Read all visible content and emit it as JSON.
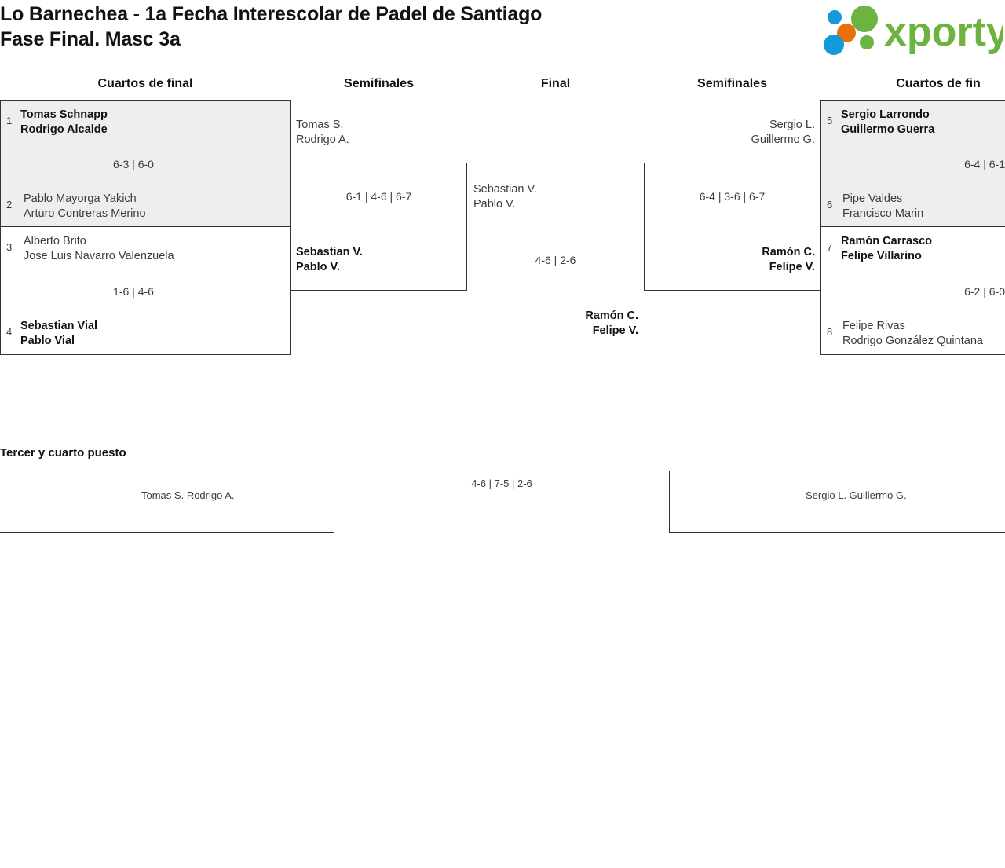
{
  "header": {
    "title_line1": "Lo Barnechea - 1a Fecha Interescolar de Padel de Santiago",
    "title_line2": "Fase Final. Masc 3a",
    "logo_text": "xporty",
    "logo_colors": {
      "green": "#6CB33F",
      "orange": "#E8700A",
      "blue": "#129BD8"
    }
  },
  "rounds": {
    "qf_left": "Cuartos de final",
    "sf_left": "Semifinales",
    "final": "Final",
    "sf_right": "Semifinales",
    "qf_right": "Cuartos de fin"
  },
  "bracket": {
    "qf1": {
      "top": {
        "seed": "1",
        "p1": "Tomas Schnapp",
        "p2": "Rodrigo Alcalde",
        "winner": true
      },
      "bottom": {
        "seed": "2",
        "p1": "Pablo Mayorga Yakich",
        "p2": "Arturo Contreras Merino",
        "winner": false
      },
      "score": "6-3 | 6-0"
    },
    "qf2": {
      "top": {
        "seed": "3",
        "p1": "Alberto Brito",
        "p2": "Jose Luis Navarro Valenzuela",
        "winner": false
      },
      "bottom": {
        "seed": "4",
        "p1": "Sebastian Vial",
        "p2": "Pablo Vial",
        "winner": true
      },
      "score": "1-6 | 4-6"
    },
    "qf3": {
      "top": {
        "seed": "5",
        "p1": "Sergio Larrondo",
        "p2": "Guillermo Guerra",
        "winner": true
      },
      "bottom": {
        "seed": "6",
        "p1": "Pipe Valdes",
        "p2": "Francisco Marin",
        "winner": false
      },
      "score": "6-4 | 6-1"
    },
    "qf4": {
      "top": {
        "seed": "7",
        "p1": "Ramón Carrasco",
        "p2": "Felipe Villarino",
        "winner": true
      },
      "bottom": {
        "seed": "8",
        "p1": "Felipe Rivas",
        "p2": "Rodrigo González Quintana",
        "winner": false
      },
      "score": "6-2 | 6-0"
    },
    "sf1": {
      "top": {
        "p1": "Tomas S.",
        "p2": "Rodrigo A.",
        "winner": false
      },
      "bottom": {
        "p1": "Sebastian V.",
        "p2": "Pablo V.",
        "winner": true
      },
      "score": "6-1 | 4-6 | 6-7"
    },
    "sf2": {
      "top": {
        "p1": "Sergio L.",
        "p2": "Guillermo G.",
        "winner": false
      },
      "bottom": {
        "p1": "Ramón C.",
        "p2": "Felipe V.",
        "winner": true
      },
      "score": "6-4 | 3-6 | 6-7"
    },
    "final": {
      "top": {
        "p1": "Sebastian V.",
        "p2": "Pablo V.",
        "winner": false
      },
      "bottom": {
        "p1": "Ramón C.",
        "p2": "Felipe V.",
        "winner": true
      },
      "score": "4-6 | 2-6"
    }
  },
  "third_place": {
    "title": "Tercer y cuarto puesto",
    "left_team": {
      "p1": "Tomas S.",
      "p2": "Rodrigo A."
    },
    "right_team": {
      "p1": "Sergio L.",
      "p2": "Guillermo G."
    },
    "score": "4-6 | 7-5 | 2-6"
  }
}
